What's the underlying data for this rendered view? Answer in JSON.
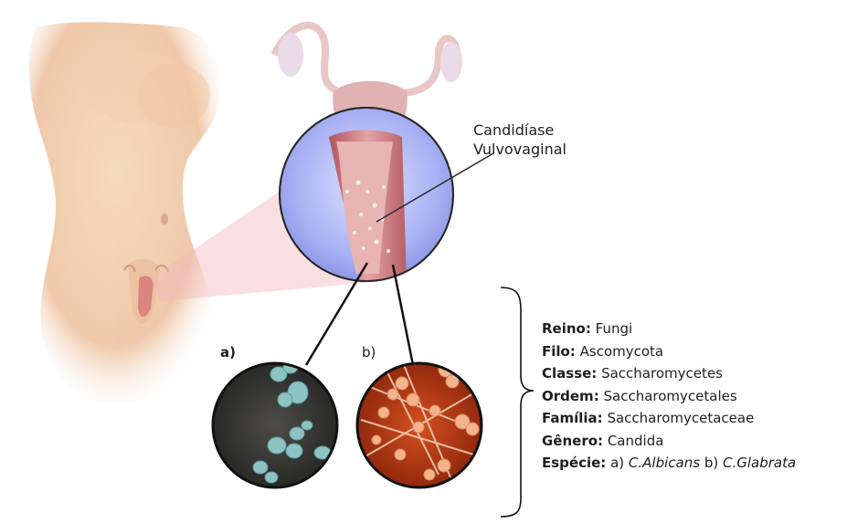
{
  "callout": {
    "line1": "Candidíase",
    "line2": "Vulvovaginal"
  },
  "panels": {
    "a_label": "a)",
    "b_label": "b)"
  },
  "taxonomy": {
    "reino_key": "Reino:",
    "reino_val": "Fungi",
    "filo_key": "Filo:",
    "filo_val": "Ascomycota",
    "classe_key": "Classe:",
    "classe_val": "Saccharomycetes",
    "ordem_key": "Ordem:",
    "ordem_val": "Saccharomycetales",
    "familia_key": "Família:",
    "familia_val": "Saccharomycetaceae",
    "genero_key": "Gênero:",
    "genero_val": "Candida",
    "especie_key": "Espécie:",
    "especie_a": "a)",
    "especie_a_name": "C.Albicans",
    "especie_b": "b)",
    "especie_b_name": "C.Glabrata"
  },
  "colors": {
    "skin": "#f1c8a6",
    "callout_circle": "#a9b2f2",
    "tissue": "#d98a8e",
    "panel_a_bg": "#3a3a38",
    "cell_a": "#8ec3c4",
    "panel_b_bg": "#c13a16",
    "cell_b": "#f3b48c"
  }
}
